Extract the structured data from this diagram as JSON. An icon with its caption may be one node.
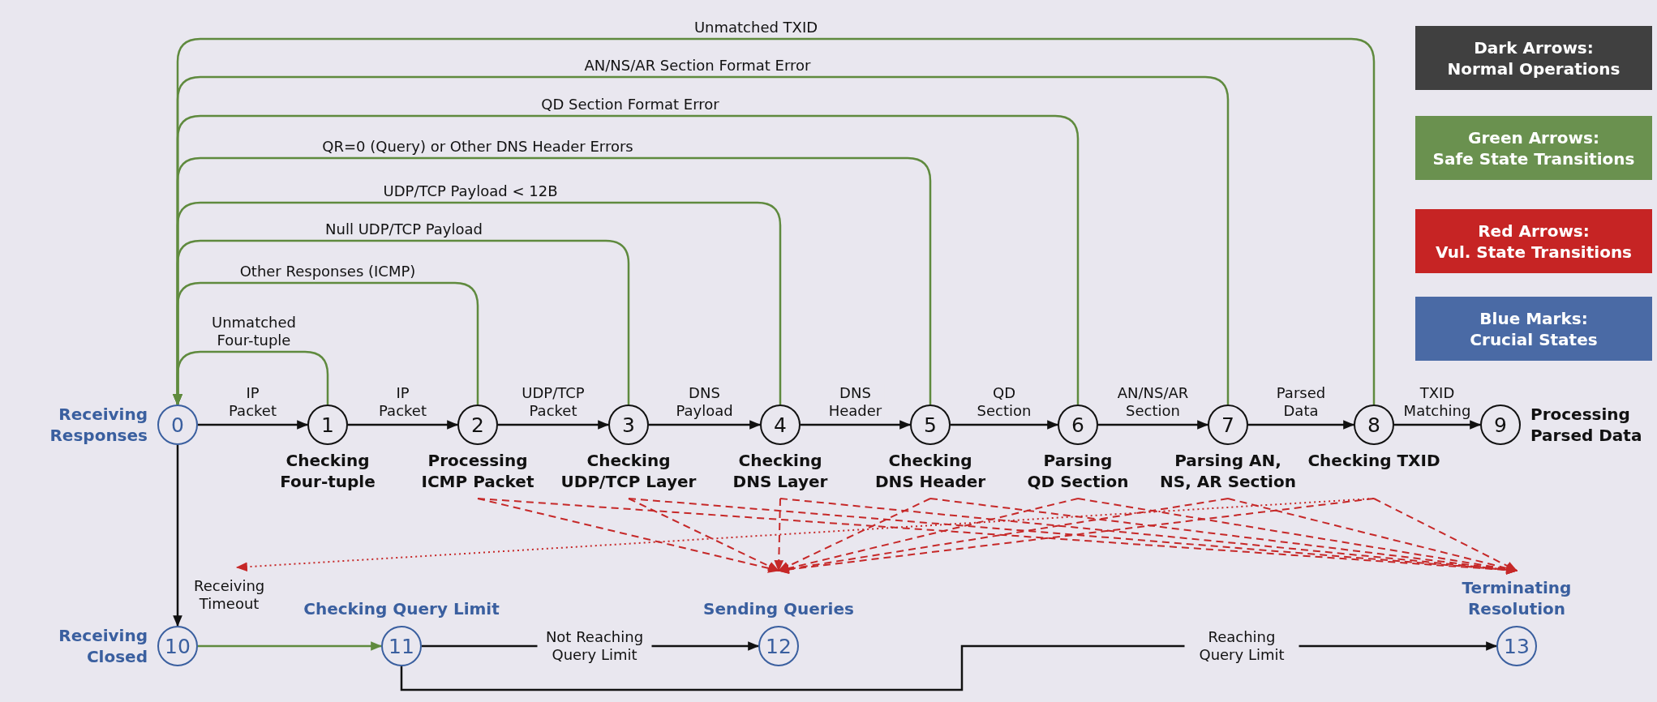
{
  "diagram": {
    "nodes": [
      {
        "text": [
          "0"
        ],
        "beside": [
          "Receiving Responses"
        ]
      },
      {
        "text": [
          "1"
        ],
        "beside": [
          "Checking Four-tuple"
        ]
      },
      {
        "text": [
          "2"
        ],
        "beside": [
          "Processing ICMP Packet"
        ]
      },
      {
        "text": [
          "3"
        ],
        "beside": [
          "Checking UDP/TCP Layer"
        ]
      },
      {
        "text": [
          "4"
        ],
        "beside": [
          "Checking DNS Layer"
        ]
      },
      {
        "text": [
          "5"
        ],
        "beside": [
          "Checking DNS Header"
        ]
      },
      {
        "text": [
          "6"
        ],
        "beside": [
          "Parsing QD Section"
        ]
      },
      {
        "text": [
          "7"
        ],
        "beside": [
          "Parsing AN, NS, AR Section"
        ]
      },
      {
        "text": [
          "8"
        ],
        "beside": [
          "Checking TXID"
        ]
      },
      {
        "text": [
          "9"
        ],
        "beside": [
          "Processing Parsed Data"
        ]
      },
      {
        "text": [
          "10"
        ],
        "beside": [
          "Receiving Closed"
        ]
      },
      {
        "text": [
          "11"
        ],
        "beside": [
          "Checking Query Limit"
        ]
      },
      {
        "text": [
          "12"
        ],
        "beside": [
          "Sending Queries"
        ]
      },
      {
        "text": [
          "13"
        ],
        "beside": [
          "Terminating Resolution"
        ]
      }
    ],
    "edges": [
      {
        "from": 0,
        "to": 1,
        "arrow": "to",
        "label": "IP Packet",
        "color": "#111111"
      },
      {
        "from": 1,
        "to": 2,
        "arrow": "to",
        "label": "IP Packet",
        "color": "#111111"
      },
      {
        "from": 2,
        "to": 3,
        "arrow": "to",
        "label": "UDP/TCP Packet",
        "color": "#111111"
      },
      {
        "from": 3,
        "to": 4,
        "arrow": "to",
        "label": "DNS Payload",
        "color": "#111111"
      },
      {
        "from": 4,
        "to": 5,
        "arrow": "to",
        "label": "DNS Header",
        "color": "#111111"
      },
      {
        "from": 5,
        "to": 6,
        "arrow": "to",
        "label": "QD Section",
        "color": "#111111"
      },
      {
        "from": 6,
        "to": 7,
        "arrow": "to",
        "label": "AN/NS/AR Section",
        "color": "#111111"
      },
      {
        "from": 7,
        "to": 8,
        "arrow": "to",
        "label": "Parsed Data",
        "color": "#111111"
      },
      {
        "from": 8,
        "to": 9,
        "arrow": "to",
        "label": "TXID Matching",
        "color": "#111111"
      },
      {
        "from": 1,
        "to": 0,
        "arrow": "to",
        "label": "Unmatched Four-tuple",
        "color": "#5f8a3e"
      },
      {
        "from": 2,
        "to": 0,
        "arrow": "to",
        "label": "Other Responses (ICMP)",
        "color": "#5f8a3e"
      },
      {
        "from": 3,
        "to": 0,
        "arrow": "to",
        "label": "Null UDP/TCP Payload",
        "color": "#5f8a3e"
      },
      {
        "from": 4,
        "to": 0,
        "arrow": "to",
        "label": "UDP/TCP Payload < 12B",
        "color": "#5f8a3e"
      },
      {
        "from": 5,
        "to": 0,
        "arrow": "to",
        "label": "QR=0 (Query) or Other DNS Header Errors",
        "color": "#5f8a3e"
      },
      {
        "from": 6,
        "to": 0,
        "arrow": "to",
        "label": "QD Section Format Error",
        "color": "#5f8a3e"
      },
      {
        "from": 7,
        "to": 0,
        "arrow": "to",
        "label": "AN/NS/AR Section Format Error",
        "color": "#5f8a3e"
      },
      {
        "from": 8,
        "to": 0,
        "arrow": "to",
        "label": "Unmatched TXID",
        "color": "#5f8a3e"
      },
      {
        "from": 0,
        "to": 10,
        "arrow": "to",
        "label": "Receiving Timeout",
        "color": "#111111"
      },
      {
        "from": 10,
        "to": 11,
        "arrow": "to",
        "color": "#5f8a3e"
      },
      {
        "from": 11,
        "to": 12,
        "arrow": "to",
        "label": "Not Reaching Query Limit",
        "color": "#111111"
      },
      {
        "from": 11,
        "to": 13,
        "arrow": "to",
        "label": "Reaching Query Limit",
        "color": "#111111"
      },
      {
        "from": 2,
        "to": 12,
        "arrow": "to",
        "style": "dashed"
      },
      {
        "from": 2,
        "to": 13,
        "arrow": "to",
        "style": "dashed"
      },
      {
        "from": 3,
        "to": 12,
        "arrow": "to",
        "style": "dashed"
      },
      {
        "from": 3,
        "to": 13,
        "arrow": "to",
        "style": "dashed"
      },
      {
        "from": 4,
        "to": 12,
        "arrow": "to",
        "style": "dashed"
      },
      {
        "from": 4,
        "to": 13,
        "arrow": "to",
        "style": "dashed"
      },
      {
        "from": 5,
        "to": 12,
        "arrow": "to",
        "style": "dashed"
      },
      {
        "from": 5,
        "to": 13,
        "arrow": "to",
        "style": "dashed"
      },
      {
        "from": 6,
        "to": 12,
        "arrow": "to",
        "style": "dashed"
      },
      {
        "from": 6,
        "to": 13,
        "arrow": "to",
        "style": "dashed"
      },
      {
        "from": 7,
        "to": 12,
        "arrow": "to",
        "style": "dashed"
      },
      {
        "from": 7,
        "to": 13,
        "arrow": "to",
        "style": "dashed"
      },
      {
        "from": 8,
        "to": 12,
        "arrow": "to",
        "style": "dashed"
      },
      {
        "from": 8,
        "to": 13,
        "arrow": "to",
        "style": "dashed"
      },
      {
        "from": 8,
        "to": null,
        "arrow": "to",
        "style": "dashed"
      }
    ],
    "legend": [
      {
        "text": "Dark Arrows: Normal Operations",
        "color": "#404040"
      },
      {
        "text": "Green Arrows: Safe State Transitions",
        "color": "#6a914f"
      },
      {
        "text": "Red Arrows: Vul. State Transitions",
        "color": "#c62424"
      },
      {
        "text": "Blue Marks: Crucial States",
        "color": "#4a6aa5"
      }
    ]
  }
}
